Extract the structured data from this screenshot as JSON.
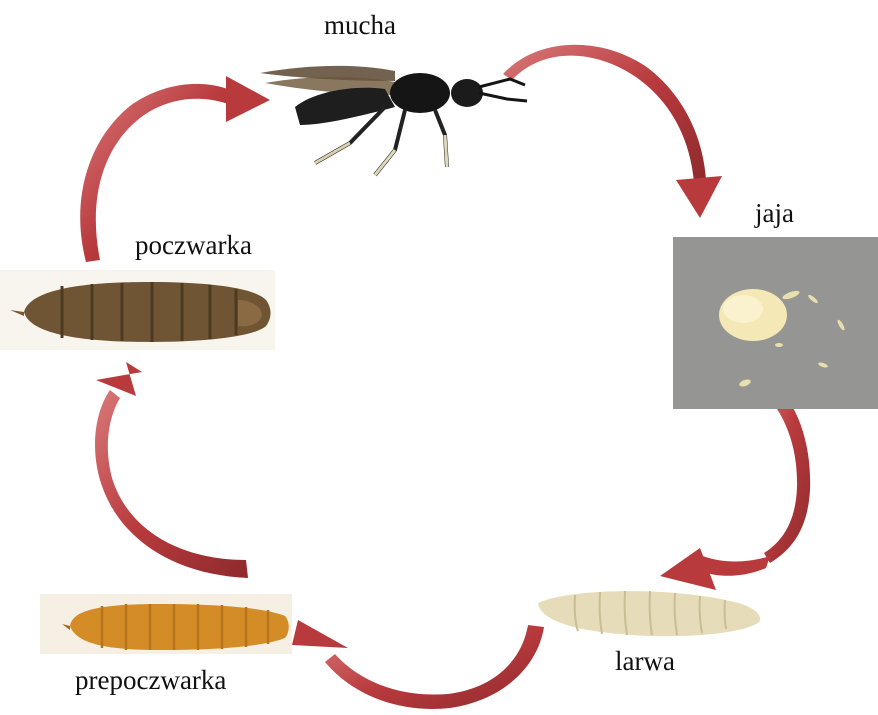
{
  "labels": {
    "adult": "mucha",
    "eggs": "jaja",
    "larva": "larwa",
    "prepupa": "prepoczwarka",
    "pupa": "poczwarka"
  },
  "colors": {
    "arrow_fill": "#b83a3d",
    "arrow_dark": "#8e2a2d",
    "arrow_light": "#d9797a",
    "egg_panel": "#9a9a98",
    "eggs": "#f3e8b6",
    "fly_body": "#1b1b1b",
    "larva": "#e6dcb9",
    "prepupa": "#d48c27",
    "pupa": "#6f5533"
  },
  "icons": [
    "fly-image",
    "eggs-image",
    "larva-image",
    "prepupa-image",
    "pupa-image",
    "cycle-arrow"
  ]
}
